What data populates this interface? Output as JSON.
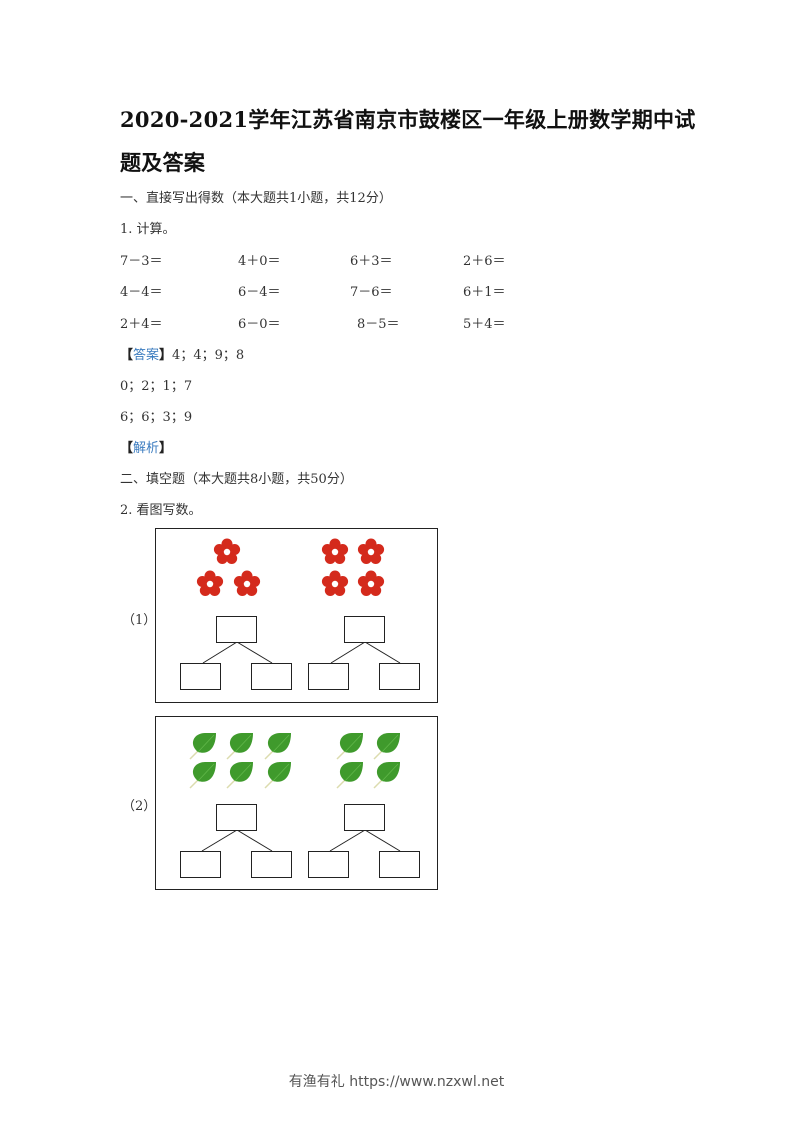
{
  "document": {
    "title_line1": "2020-2021学年江苏省南京市鼓楼区一年级上册数学期中试",
    "title_line2": "题及答案",
    "section1": {
      "heading": "一、直接写出得数（本大题共1小题，共12分）",
      "question": "1. 计算。",
      "equations": [
        [
          "7－3＝",
          "4＋0＝",
          "6＋3＝",
          "2＋6＝"
        ],
        [
          "4－4＝",
          "6－4＝",
          "7－6＝",
          "6＋1＝"
        ],
        [
          "2＋4＝",
          "6－0＝",
          "8－5＝",
          "5＋4＝"
        ]
      ],
      "answer_label": "答案",
      "answer_lines": [
        "4；4；9；8",
        "0；2；1；7",
        "6；6；3；9"
      ],
      "analysis_label": "解析"
    },
    "section2": {
      "heading": "二、填空题（本大题共8小题，共50分）",
      "question": "2. 看图写数。",
      "figures": [
        {
          "label": "（1）",
          "item": "red-flower",
          "item_color": "#d42a1c",
          "groups": [
            3,
            4
          ]
        },
        {
          "label": "（2）",
          "item": "green-leaf",
          "item_color": "#3f9a2c",
          "groups": [
            6,
            4
          ]
        }
      ]
    }
  },
  "bracket_open": "【",
  "bracket_close": "】",
  "accent_color": "#3a7bbf",
  "footer": {
    "text": "有渔有礼 https://www.nzxwl.net"
  }
}
